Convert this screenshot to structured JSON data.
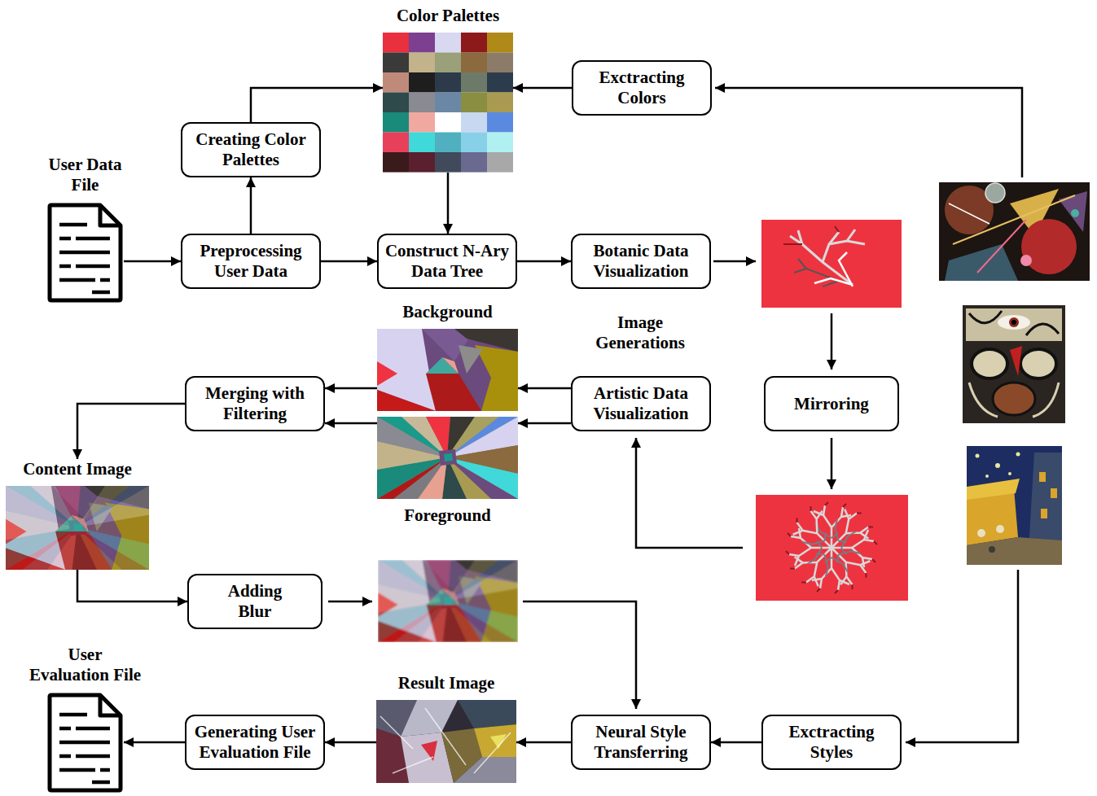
{
  "diagram": {
    "nodes": [
      {
        "text": [
          "Color Palettes"
        ]
      },
      {
        "text": [
          "Exctracting Colors"
        ]
      },
      {
        "text": [
          "Creating Color Palettes"
        ]
      },
      {
        "text": [
          "User Data File"
        ]
      },
      {
        "text": [
          "Preprocessing User Data"
        ]
      },
      {
        "text": [
          "Construct N-Ary Data Tree"
        ]
      },
      {
        "text": [
          "Botanic Data Visualization"
        ]
      },
      {
        "text": [
          "Background"
        ]
      },
      {
        "text": [
          "Merging with Filtering"
        ]
      },
      {
        "text": [
          "Artistic Data Visualization"
        ]
      },
      {
        "text": [
          "Mirroring"
        ]
      },
      {
        "text": [
          "Foreground"
        ]
      },
      {
        "text": [
          "Content Image"
        ]
      },
      {
        "text": [
          "Adding Blur"
        ]
      },
      {
        "text": [
          "User Evaluation File"
        ]
      },
      {
        "text": [
          "Result Image"
        ]
      },
      {
        "text": [
          "Generating User Evaluation File"
        ]
      },
      {
        "text": [
          "Neural Style Transferring"
        ]
      },
      {
        "text": [
          "Exctracting Styles"
        ]
      }
    ],
    "edges": [
      {
        "from": 3,
        "to": 4,
        "arrow": "to"
      },
      {
        "from": 4,
        "to": 2,
        "arrow": "to"
      },
      {
        "from": 2,
        "to": 0,
        "arrow": "to"
      },
      {
        "from": 1,
        "to": 0,
        "arrow": "to"
      },
      {
        "from": 0,
        "to": 5,
        "arrow": "to"
      },
      {
        "from": 4,
        "to": 5,
        "arrow": "to"
      },
      {
        "from": 5,
        "to": 6,
        "arrow": "to"
      },
      {
        "from": 9,
        "to": 7,
        "arrow": "to"
      },
      {
        "from": 9,
        "to": 11,
        "arrow": "to"
      },
      {
        "from": 7,
        "to": 8,
        "arrow": "to"
      },
      {
        "from": 11,
        "to": 8,
        "arrow": "to"
      },
      {
        "from": 8,
        "to": 12,
        "arrow": "to"
      },
      {
        "from": 12,
        "to": 13,
        "arrow": "to"
      },
      {
        "from": 18,
        "to": 17,
        "arrow": "to"
      },
      {
        "from": 17,
        "to": 15,
        "arrow": "to"
      },
      {
        "from": 15,
        "to": 16,
        "arrow": "to"
      },
      {
        "from": 16,
        "to": 14,
        "arrow": "to"
      }
    ],
    "labels": [
      "Image Generations"
    ]
  }
}
